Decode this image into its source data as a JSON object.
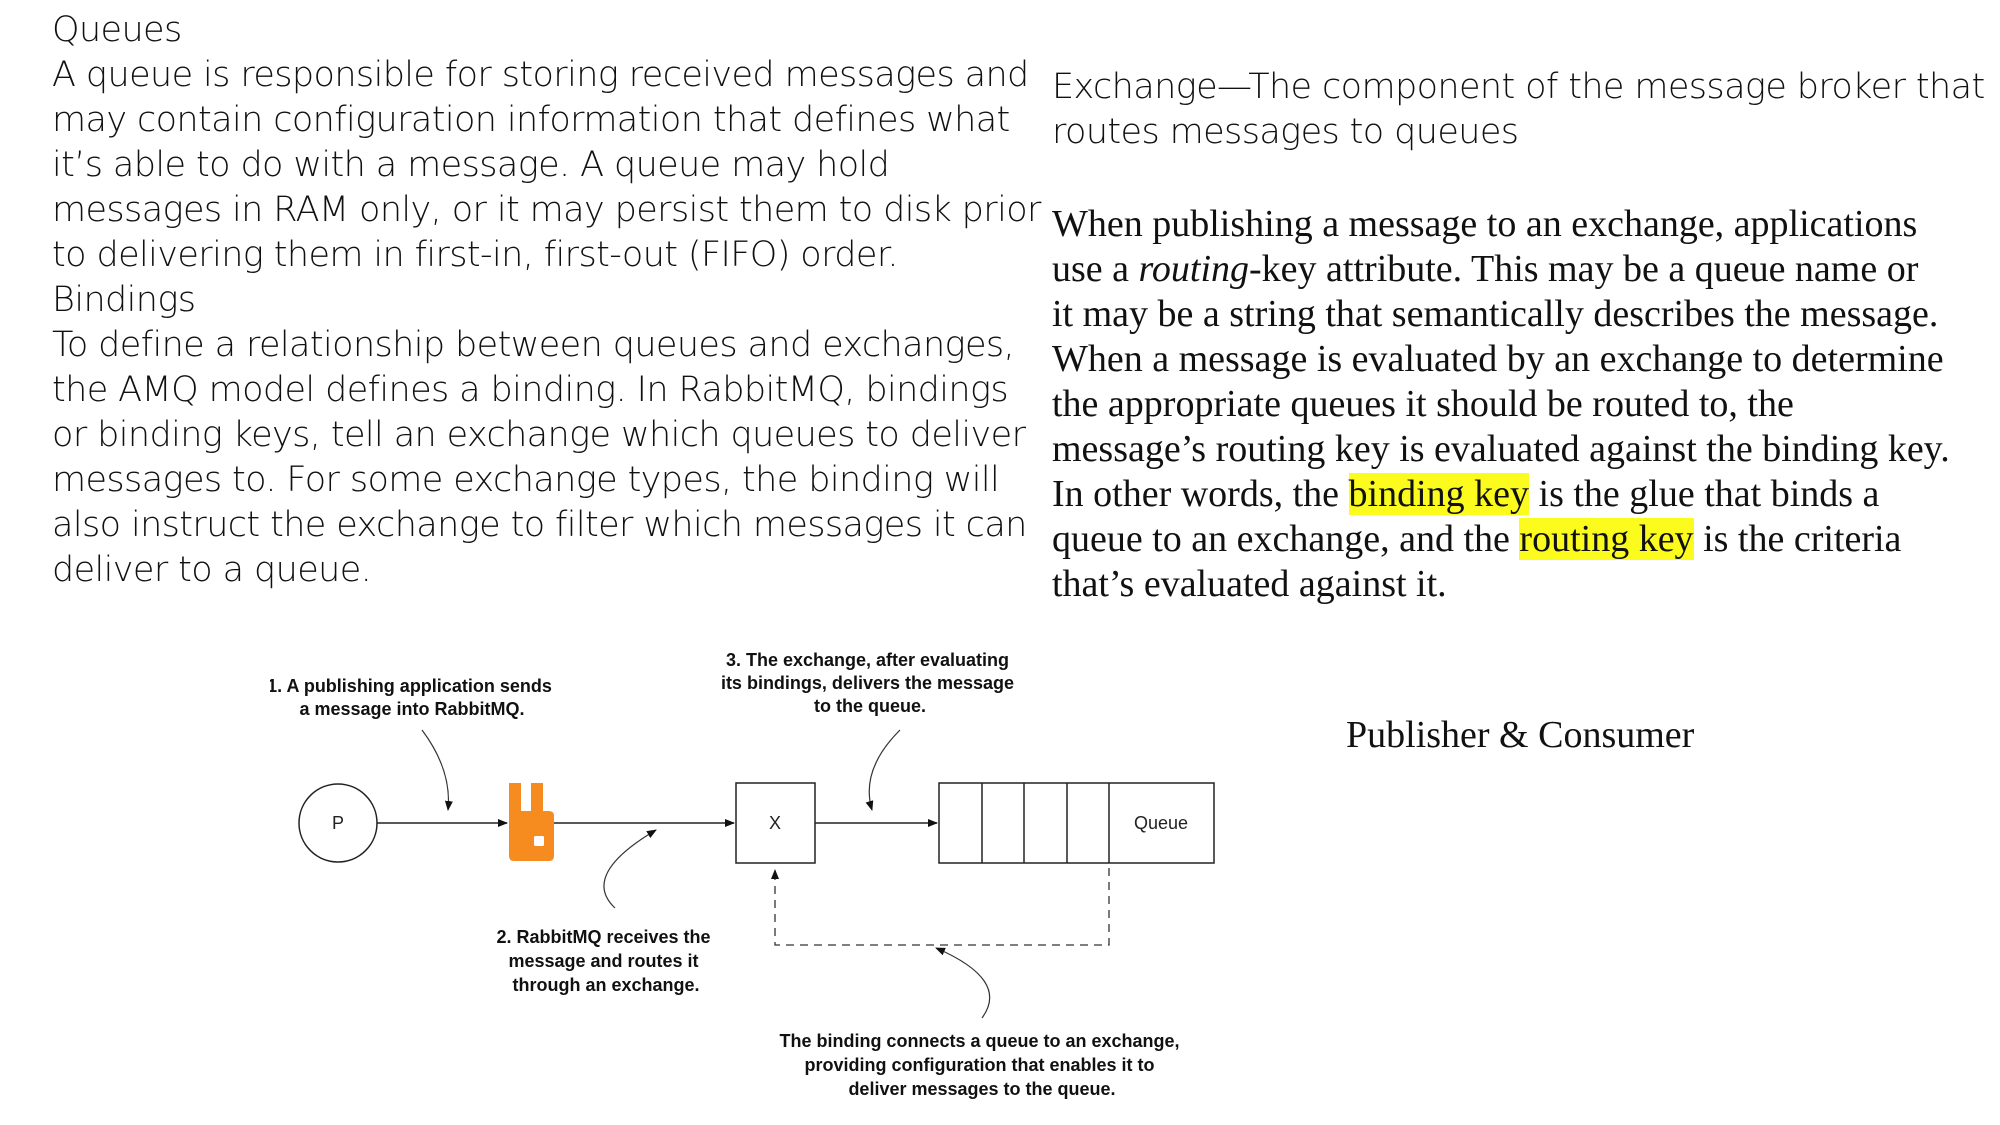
{
  "left": {
    "queues_heading": "Queues",
    "queues_lines": [
      "A queue is responsible for storing received messages and",
      "may contain configuration information that defines what",
      "it’s able to do with a message. A queue may hold",
      "messages in RAM only, or it may persist them to disk prior",
      "to delivering them in first-in, first-out (FIFO) order."
    ],
    "bindings_heading": "Bindings",
    "bindings_lines": [
      "To define a relationship between queues and exchanges,",
      "the AMQ model defines a binding. In RabbitMQ, bindings",
      "or binding keys, tell an exchange which queues to deliver",
      "messages to. For some exchange types, the binding will",
      "also instruct the exchange to filter which messages it can",
      "deliver to a queue."
    ]
  },
  "right": {
    "exchange_lines": [
      "Exchange—The component of the message broker that",
      "routes messages to queues"
    ],
    "para": {
      "l1": "When publishing a message to an exchange, applications",
      "l2_a": "use a ",
      "l2_em": "routing",
      "l2_b": "-key attribute. This may be a queue name or",
      "l3": "it may be a string that semantically describes the message.",
      "l4": "When a message is evaluated by an exchange to determine",
      "l5": "the appropriate queues it should be routed to, the",
      "l6": "message’s routing key is evaluated against the binding key.",
      "l7_a": "In other words, the ",
      "l7_hl": "binding key",
      "l7_b": " is the glue that binds a",
      "l8_a": "queue to an exchange, and the ",
      "l8_hl": "routing key",
      "l8_b": " is the criteria",
      "l9": "that’s evaluated against it."
    },
    "pub_consumer": "Publisher & Consumer"
  },
  "diagram": {
    "cap1": [
      "1. A publishing application sends",
      "a message into RabbitMQ."
    ],
    "cap2": [
      "2. RabbitMQ receives the",
      "message and routes it",
      "through an exchange."
    ],
    "cap3": [
      "3. The exchange, after evaluating",
      "its bindings, delivers the message",
      "to the queue."
    ],
    "cap4": [
      "The binding connects a queue to an exchange,",
      "providing configuration that enables it to",
      "deliver messages to the queue."
    ],
    "publisher_label": "P",
    "exchange_label": "X",
    "queue_label": "Queue",
    "logo_color": "#f68b1f"
  }
}
